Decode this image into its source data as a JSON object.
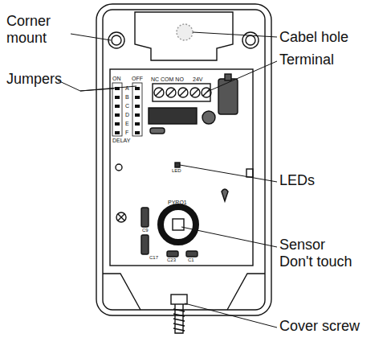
{
  "diagram": {
    "labels": [
      "Corner mount",
      "Cabel hole",
      "Terminal",
      "Jumpers",
      "LEDs",
      "Sensor Don't touch",
      "Cover screw",
      "ON",
      "OFF",
      "A",
      "B",
      "C",
      "D",
      "E",
      "F",
      "DELAY",
      "NC COM NO",
      "24V",
      "PYRO1",
      "LED",
      "C9",
      "C17",
      "C23",
      "C1"
    ]
  }
}
